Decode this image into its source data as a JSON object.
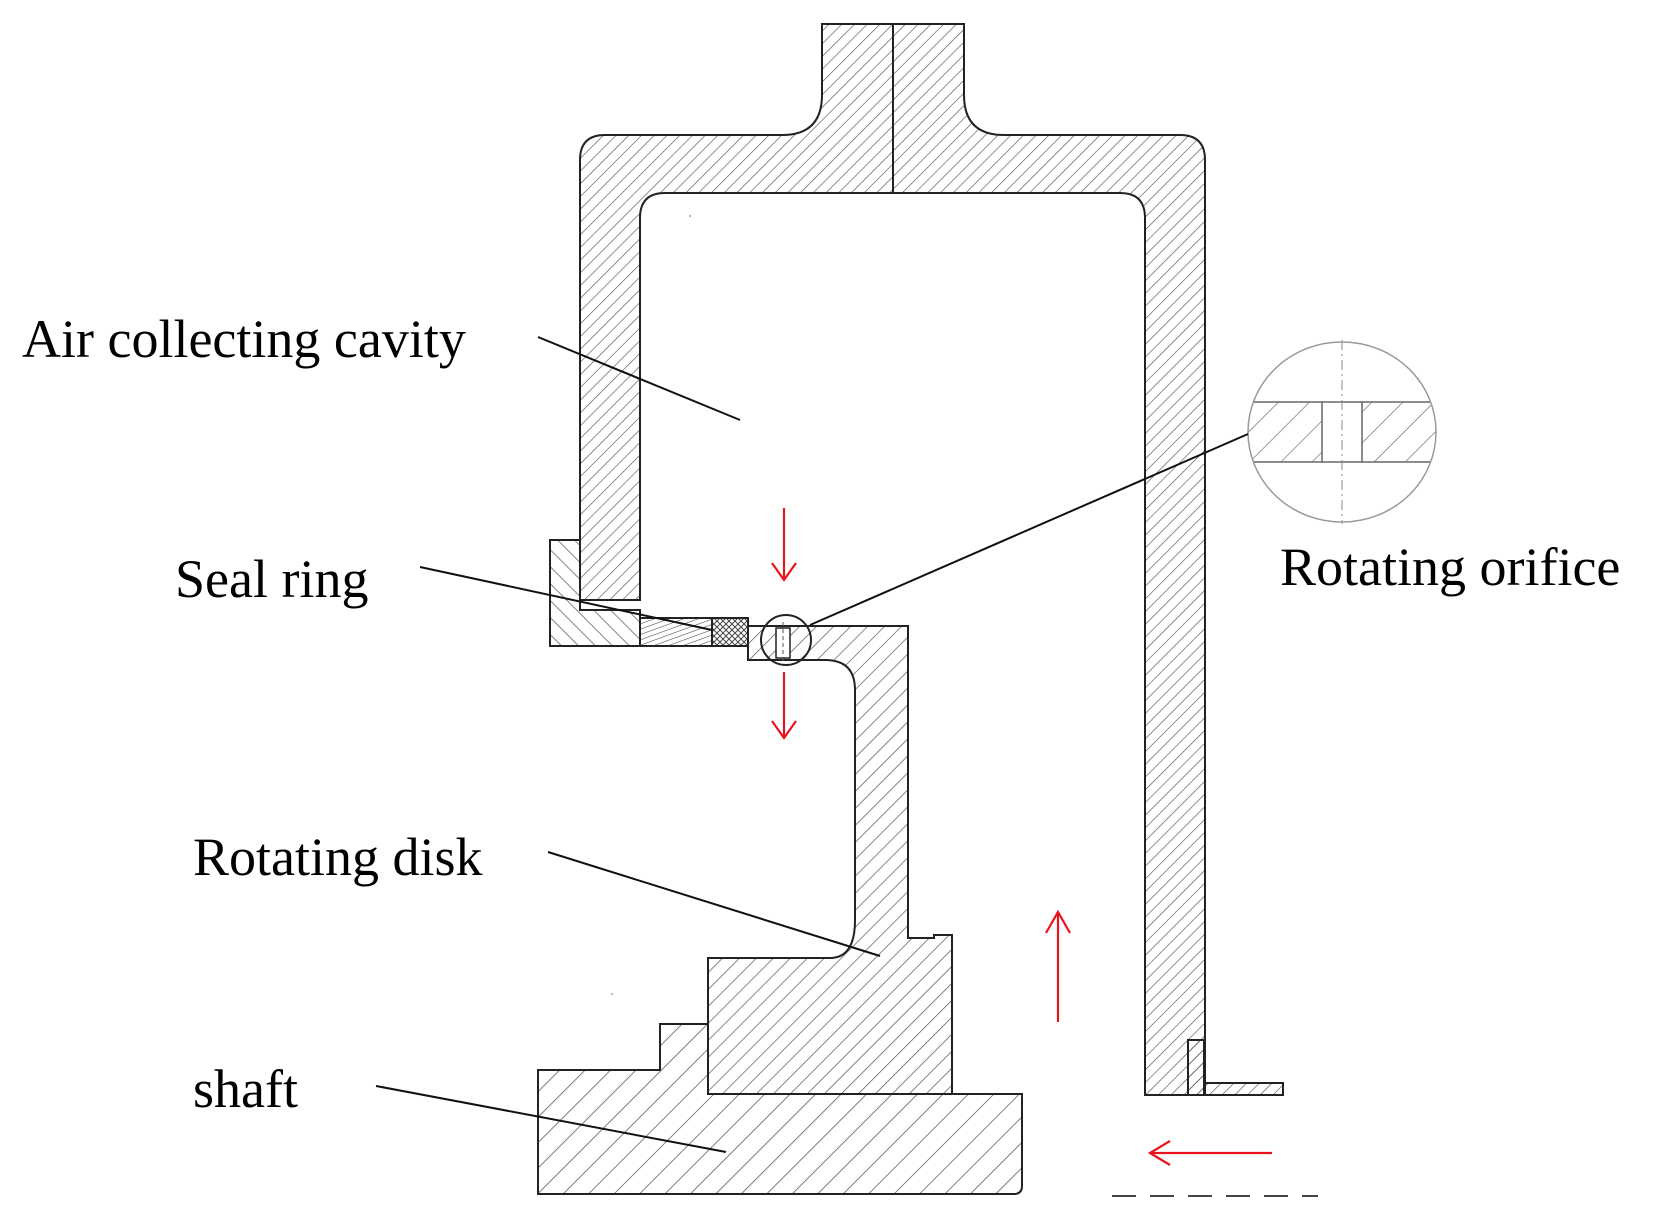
{
  "labels": {
    "air_collecting_cavity": "Air collecting cavity",
    "seal_ring": "Seal ring",
    "rotating_orifice": "Rotating orifice",
    "rotating_disk": "Rotating disk",
    "shaft": "shaft"
  },
  "colors": {
    "outline": "#222222",
    "hatch": "#555555",
    "flow_arrow": "#e8141b",
    "detail_circle": "#999999"
  }
}
